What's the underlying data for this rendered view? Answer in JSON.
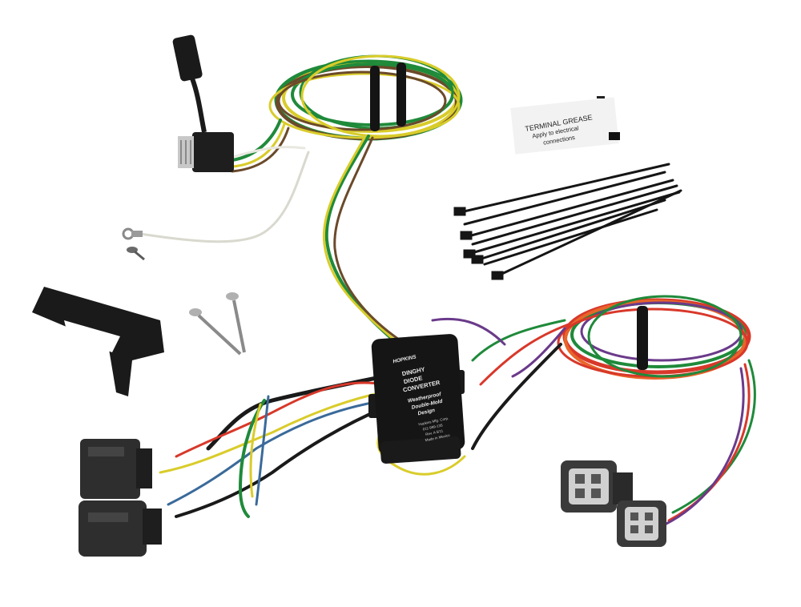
{
  "packet": {
    "brand": "HOPKINS",
    "title_line1": "DINGHY",
    "title_line2": "DIODE",
    "title_line3": "CONVERTER",
    "feature_line1": "Weatherproof",
    "feature_line2": "Double-Mold",
    "feature_line3": "Design",
    "maker": "Hopkins Mfg. Corp.",
    "part": "011-999-135",
    "rev": "Rev. A 5/11",
    "origin": "Made in Mexico"
  },
  "grease_packet": {
    "title": "TERMINAL GREASE",
    "line1": "Apply to electrical",
    "line2": "connections"
  },
  "wire_colors": {
    "green": "#1f8a3a",
    "yellow": "#d9cc2a",
    "brown": "#6b4a2a",
    "white": "#e8e8e0",
    "red": "#d8382a",
    "orange": "#e8652a",
    "purple": "#6a3a8a",
    "blue": "#3a6a9a",
    "black": "#1a1a1a"
  }
}
